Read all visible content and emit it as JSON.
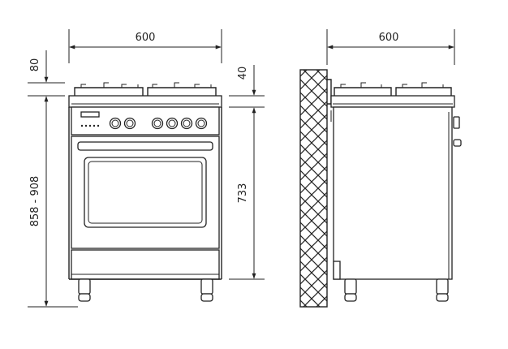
{
  "dimensions": {
    "front_width": "600",
    "side_depth": "600",
    "top_clearance": "80",
    "hob_height": "40",
    "total_height": "858 - 908",
    "body_height": "733"
  },
  "colors": {
    "line": "#222222",
    "background": "#ffffff"
  },
  "icons": {
    "wall": "crosshatch-wall",
    "knob": "round-knob"
  }
}
